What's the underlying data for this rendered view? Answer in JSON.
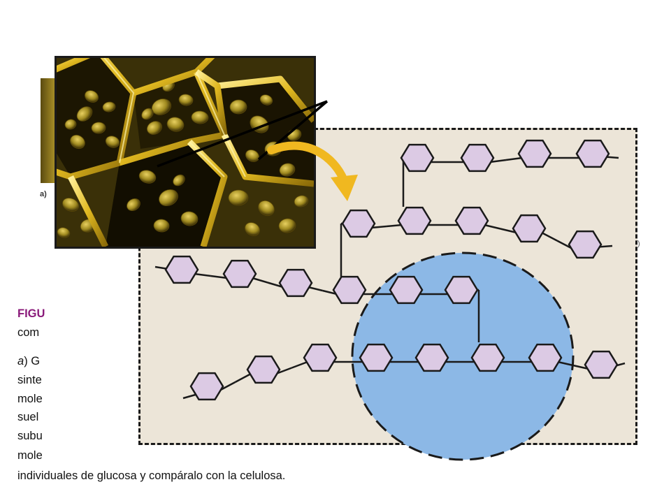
{
  "background_figure": {
    "label": "a)"
  },
  "caption": {
    "figure_label": "FIGU",
    "line1": "com",
    "line2_prefix": "a",
    "line2_rest": ") G",
    "line3": "sinte",
    "line4": "mole",
    "line5": "suel",
    "line6": "subu",
    "line7": "mole",
    "line8": "individuales  de  glucosa  y  compáralo  con  la  celulosa."
  },
  "side_mark": ")",
  "colors": {
    "glucose_fill": "#dccae4",
    "glucose_stroke": "#1a1a1a",
    "bond": "#1a1a1a",
    "highlight": "#8cb8e6",
    "micrograph_wall": "#e8c030",
    "arrow": "#f0b820",
    "panel": "#ece5d8"
  },
  "icons": {
    "arrow": "curved-arrow-icon",
    "pointer": "pointer-lines"
  }
}
